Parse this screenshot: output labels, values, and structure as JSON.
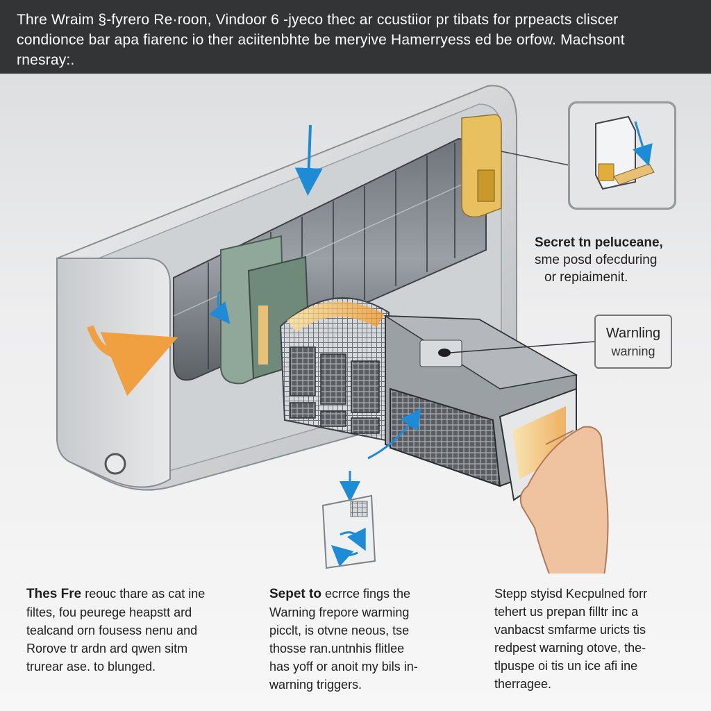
{
  "header": {
    "lines": [
      "Thre Wraim §-fyrero Re·roon, Vindoor 6 -jyeco thec ar ccustiior pr tibats for prpeacts  cliscer",
      "condionce bar apa fiarenc io ther aciitenbhte be meryive Hamerryess ed be orfow. Machsont",
      "rnesray:."
    ]
  },
  "callouts": {
    "right_note": [
      "Secret tn peluceane,",
      "sme posd ofecduring",
      "or repiaimenit."
    ],
    "warning_box": {
      "line1": "Warnling",
      "line2": "warning"
    }
  },
  "columns": [
    {
      "lead": "Thes Fre",
      "first_rest": " reouc thare as cat ine",
      "lines": [
        "filtes, fou peurege heapstt ard",
        "tealcand orn fousess nenu and",
        "Rorove tr ardn ard qwen sitm",
        "trurear ase. to blunged."
      ]
    },
    {
      "lead": "Sepet to",
      "first_rest": " ecrrce fings the",
      "lines": [
        "Warning frepore  warming",
        "picclt, is otvne neous, tse",
        "thosse ran.untnhis flitlee",
        "has yoff or anoit my bils in-",
        "warning triggers."
      ]
    },
    {
      "lead": "",
      "first_rest": "Stepp styisd Kecpulned forr",
      "lines": [
        "tehert us prepan filltr inc a",
        "vanbacst smfarme uricts tis",
        "redpest warning otove, the-",
        "tlpuspe oi tis un ice afi ine",
        "therragee."
      ]
    }
  ],
  "colors": {
    "header_bg": "#333435",
    "unit_body": "#d6d8da",
    "filter_mesh": "#4a4d51",
    "accent_orange": "#f0a040",
    "accent_blue": "#1e8bd6",
    "skin": "#f0c3a0"
  },
  "icons": [
    "arrow-down-icon",
    "rotate-arrow-icon",
    "hand-icon",
    "filter-cartridge-icon"
  ]
}
